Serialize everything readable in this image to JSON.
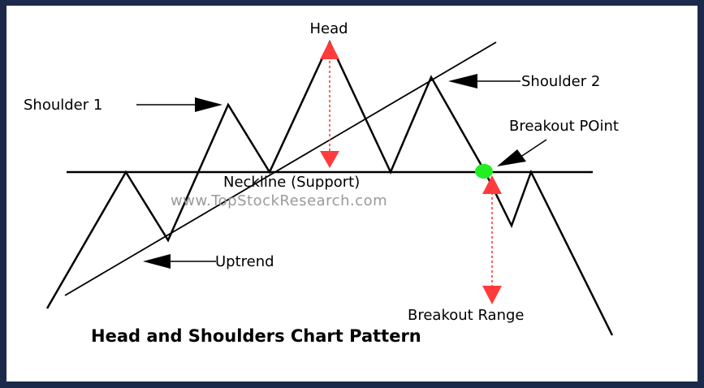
{
  "labels": {
    "head": "Head",
    "shoulder1": "Shoulder 1",
    "shoulder2": "Shoulder 2",
    "breakout_point": "Breakout POint",
    "neckline": "Neckline (Support)",
    "uptrend": "Uptrend",
    "breakout_range": "Breakout Range"
  },
  "watermark": "www.TopStockResearch.com",
  "title": "Head and Shoulders Chart Pattern",
  "colors": {
    "frame": "#1b2a4a",
    "line": "#000000",
    "arrow_red": "#ff3b3b",
    "breakout_dot": "#22ee22",
    "watermark": "#9a9a9a"
  }
}
